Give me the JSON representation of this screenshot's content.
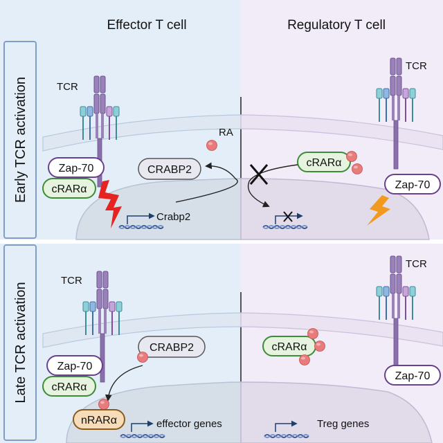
{
  "columns": {
    "effector": "Effector T cell",
    "regulatory": "Regulatory T cell"
  },
  "rows": {
    "early": "Early TCR activation",
    "late": "Late TCR activation"
  },
  "labels": {
    "tcr": "TCR",
    "ra": "RA",
    "zap70": "Zap-70",
    "crara": "cRARα",
    "crabp2_protein": "CRABP2",
    "crabp2_gene": "Crabp2",
    "nrara": "nRARα",
    "effector_genes": "effector genes",
    "treg_genes": "Treg genes"
  },
  "colors": {
    "effector_bg": "#e4eef8",
    "regulatory_bg": "#f1ecf7",
    "membrane": "#cfd9e6",
    "receptor_purple": "#9a82b8",
    "zap70_border": "#6a3f8c",
    "crara_border": "#3d8a37",
    "crara_fill": "#e6f3df",
    "crabp2_fill": "#e8e8f0",
    "nrara_fill": "#f6dcb8",
    "nrara_border": "#8a5a1c",
    "ra_molecule": "#e87b7b",
    "lightning_red": "#e52421",
    "lightning_orange": "#f29a1f",
    "row_box_border": "#7f9ec7"
  }
}
